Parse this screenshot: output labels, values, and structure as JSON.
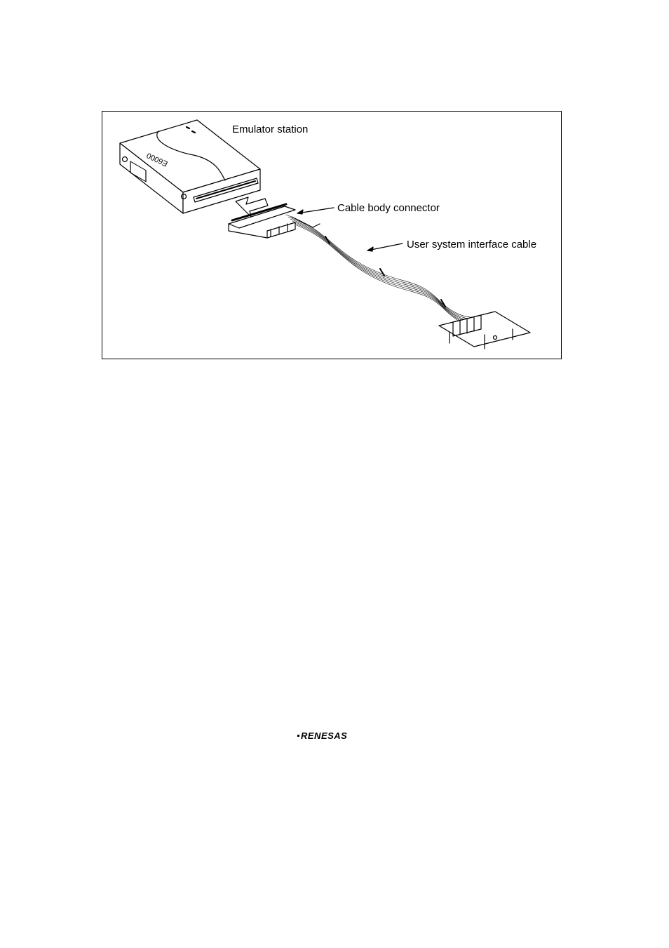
{
  "figure": {
    "labels": {
      "emulator_station": "Emulator station",
      "cable_body_connector": "Cable body connector",
      "user_system_interface_cable": "User system interface cable",
      "device_marking": "E6000"
    }
  },
  "footer": {
    "logo_text": "RENESAS"
  }
}
